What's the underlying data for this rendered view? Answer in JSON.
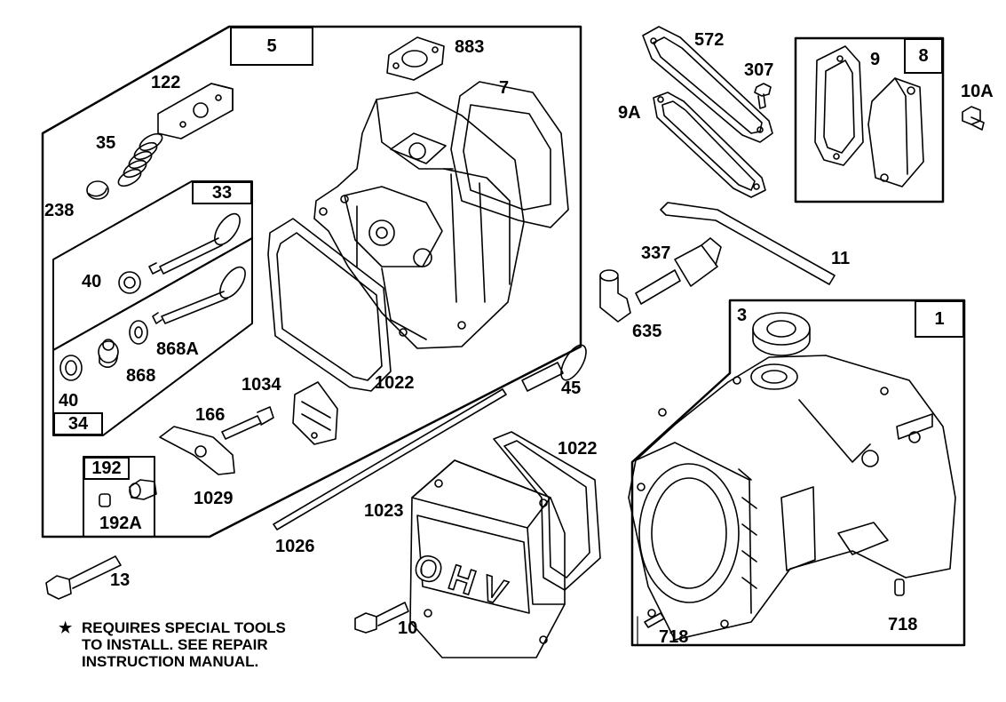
{
  "callouts": {
    "c5": "5",
    "c883": "883",
    "c122": "122",
    "c7": "7",
    "c35": "35",
    "c238": "238",
    "c33": "33",
    "c40a": "40",
    "c40b": "40",
    "c868A": "868A",
    "c868": "868",
    "c34": "34",
    "c1034": "1034",
    "c1022a": "1022",
    "c166": "166",
    "c1029": "1029",
    "c192": "192",
    "c192A": "192A",
    "c13": "13",
    "c572": "572",
    "c307": "307",
    "c9A": "9A",
    "c9": "9",
    "c8": "8",
    "c10A": "10A",
    "c337": "337",
    "c11": "11",
    "c635": "635",
    "c45": "45",
    "c3": "3",
    "c1": "1",
    "c1022b": "1022",
    "c1023": "1023",
    "c1026": "1026",
    "c10": "10",
    "c718a": "718",
    "c718b": "718"
  },
  "cover_text": "OHV",
  "note": {
    "star": "★",
    "line1": "REQUIRES SPECIAL TOOLS",
    "line2": "TO INSTALL.  SEE REPAIR",
    "line3": "INSTRUCTION MANUAL."
  }
}
